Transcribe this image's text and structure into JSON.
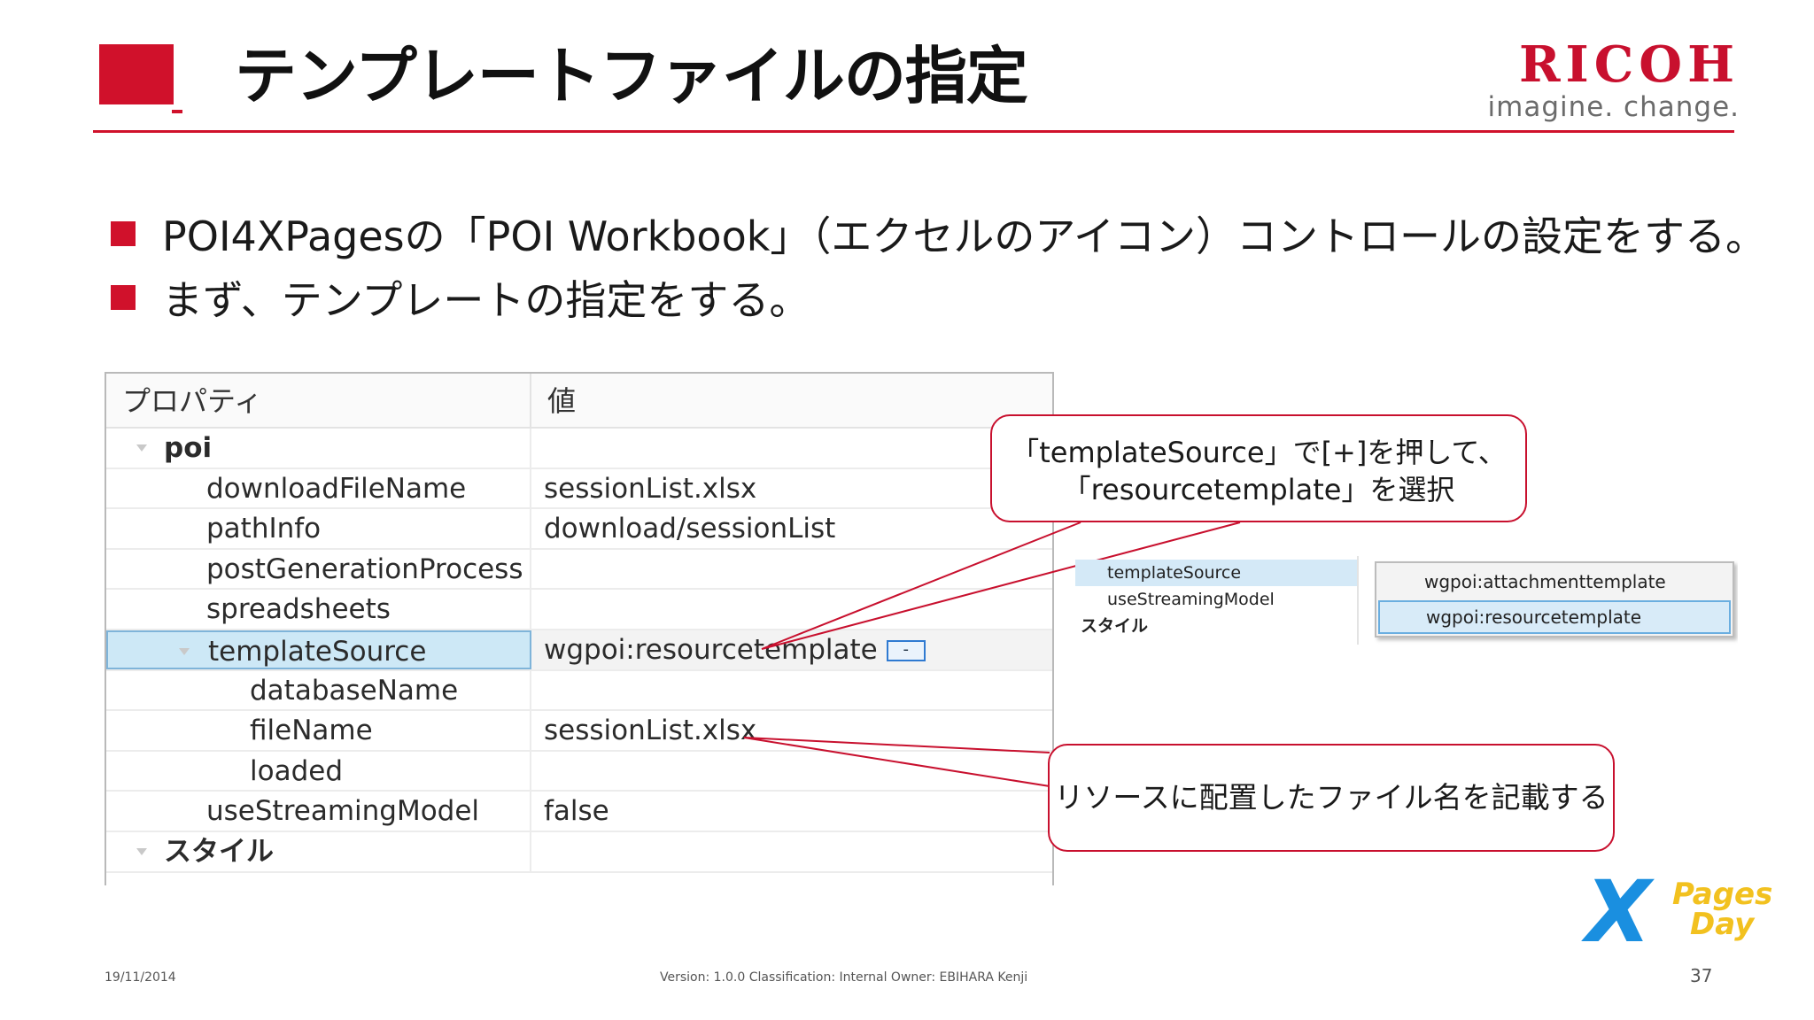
{
  "slide": {
    "title": "テンプレートファイルの指定",
    "logo": {
      "brand": "RICOH",
      "tagline": "imagine. change."
    },
    "bullets": [
      "POI4XPagesの「POI Workbook」（エクセルのアイコン）コントロールの設定をする。",
      "まず、テンプレートの指定をする。"
    ]
  },
  "properties": {
    "headers": {
      "property": "プロパティ",
      "value": "値"
    },
    "rows": [
      {
        "name": "poi",
        "value": ""
      },
      {
        "name": "downloadFileName",
        "value": "sessionList.xlsx"
      },
      {
        "name": "pathInfo",
        "value": "download/sessionList"
      },
      {
        "name": "postGenerationProcess",
        "value": ""
      },
      {
        "name": "spreadsheets",
        "value": ""
      },
      {
        "name": "templateSource",
        "value": "wgpoi:resourcetemplate"
      },
      {
        "name": "databaseName",
        "value": ""
      },
      {
        "name": "fileName",
        "value": "sessionList.xlsx"
      },
      {
        "name": "loaded",
        "value": ""
      },
      {
        "name": "useStreamingModel",
        "value": "false"
      },
      {
        "name": "スタイル",
        "value": ""
      }
    ],
    "expand_button": "-"
  },
  "callouts": {
    "template": {
      "line1": "「templateSource」で[+]を押して、",
      "line2": "「resourcetemplate」を選択"
    },
    "filename": "リソースに配置したファイル名を記載する"
  },
  "dropdown": {
    "rows": [
      "templateSource",
      "useStreamingModel",
      "スタイル"
    ],
    "options": [
      "wgpoi:attachmenttemplate",
      "wgpoi:resourcetemplate"
    ]
  },
  "event_logo": {
    "letter": "X",
    "word1": "Pages",
    "word2": "Day"
  },
  "footer": {
    "date": "19/11/2014",
    "meta": "Version: 1.0.0 Classification: Internal  Owner: EBIHARA Kenji",
    "page": "37"
  },
  "colors": {
    "accent": "#d0112b",
    "selection": "#cde8f6",
    "event_blue": "#1a8fe0",
    "event_yellow": "#f2c11f"
  }
}
